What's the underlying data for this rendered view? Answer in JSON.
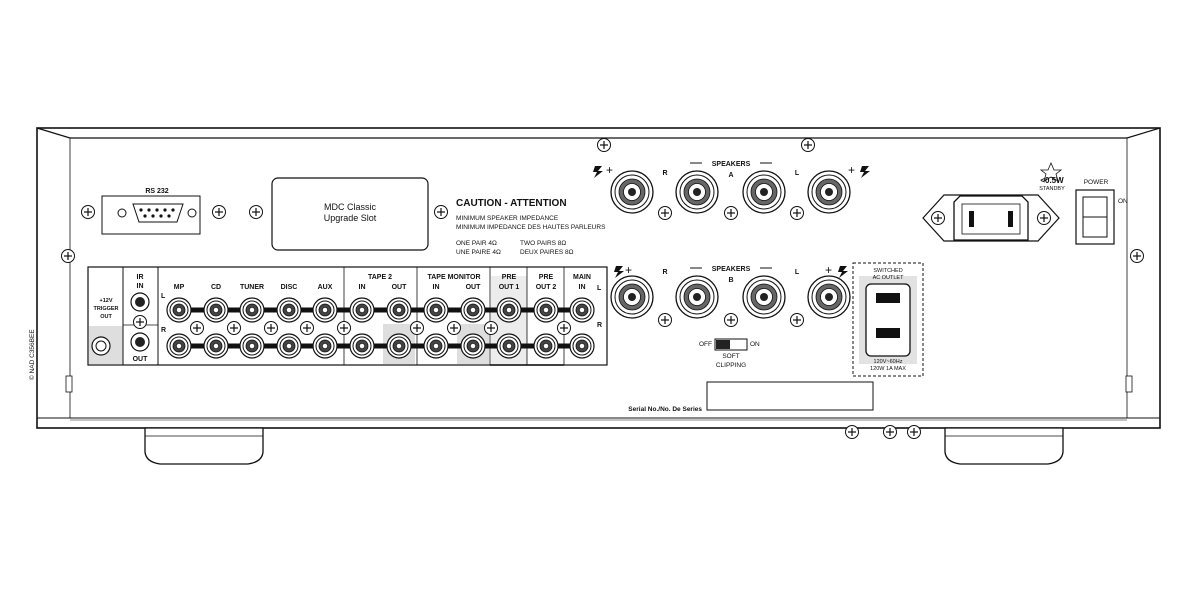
{
  "side_code": "© NAD C356BEE",
  "rs232": {
    "label": "RS 232"
  },
  "mdc": {
    "line1": "MDC Classic",
    "line2": "Upgrade Slot"
  },
  "caution": {
    "title": "CAUTION - ATTENTION",
    "line1": "MINIMUM SPEAKER IMPEDANCE",
    "line2": "MINIMUM IMPEDANCE DES HAUTES PARLEURS",
    "one_pair": "ONE PAIR  4Ω",
    "two_pairs": "TWO PAIRS  8Ω",
    "une_paire": "UNE PAIRE  4Ω",
    "deux_paires": "DEUX PAIRES  8Ω"
  },
  "speakers": {
    "label": "SPEAKERS",
    "a": "A",
    "b": "B",
    "r": "R",
    "l": "L",
    "plus": "+"
  },
  "standby": {
    "value": "<0.5W",
    "label": "STANDBY"
  },
  "power": {
    "label": "POWER",
    "on": "ON"
  },
  "trigger": {
    "line1": "+12V",
    "line2": "TRIGGER",
    "line3": "OUT"
  },
  "ir": {
    "label1": "IR",
    "label2": "IN",
    "out": "OUT"
  },
  "inputs": {
    "mp": "MP",
    "cd": "CD",
    "tuner": "TUNER",
    "disc": "DISC",
    "aux": "AUX",
    "tape2": "TAPE  2",
    "tape_monitor": "TAPE  MONITOR",
    "in": "IN",
    "out": "OUT",
    "pre": "PRE",
    "out1": "OUT  1",
    "out2": "OUT  2",
    "main": "MAIN",
    "main_in": "IN",
    "l": "L",
    "r": "R"
  },
  "soft_clipping": {
    "off": "OFF",
    "on": "ON",
    "line1": "SOFT",
    "line2": "CLIPPING"
  },
  "outlet": {
    "line1": "SWITCHED",
    "line2": "AC OUTLET",
    "line3": "120V~60Hz",
    "line4": "120W 1A MAX"
  },
  "serial": {
    "label": "Serial No./No. De Series"
  }
}
